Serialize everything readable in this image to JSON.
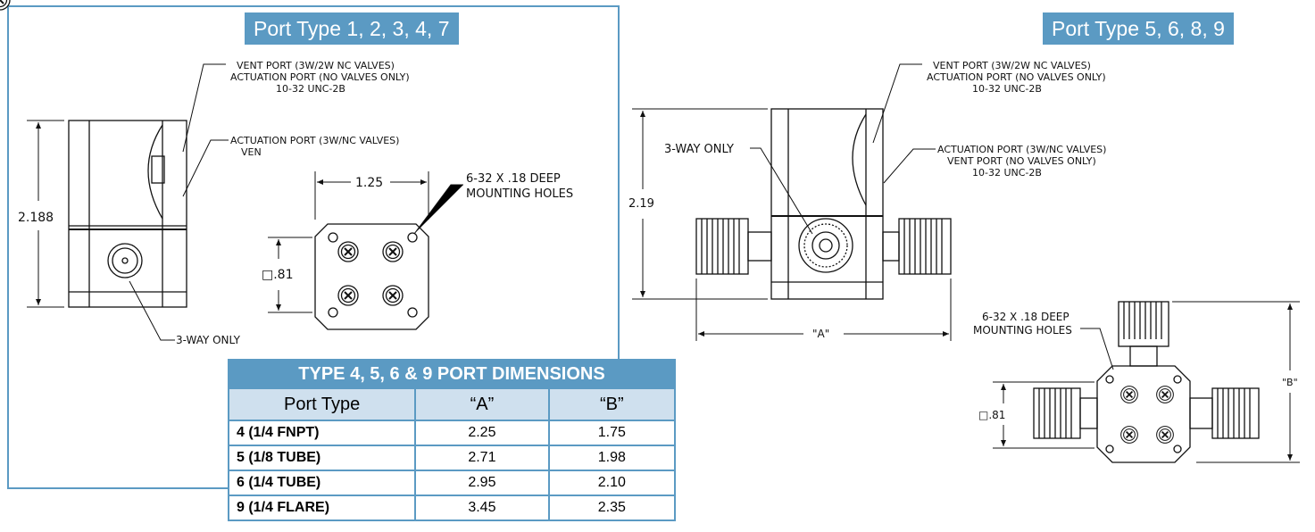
{
  "left_panel": {
    "header": "Port Type 1, 2, 3, 4, 7",
    "callouts": {
      "vent_port_lines": [
        "VENT PORT (3W/2W NC VALVES)",
        "ACTUATION PORT (NO VALVES ONLY)",
        "10-32 UNC-2B"
      ],
      "actuation_port_lines": [
        "ACTUATION PORT (3W/NC VALVES)",
        "VEN"
      ],
      "mounting_holes_lines": [
        "6-32 X .18 DEEP",
        "MOUNTING HOLES"
      ],
      "three_way": "3-WAY ONLY"
    },
    "dims": {
      "height": "2.188",
      "width": "1.25",
      "square": "□.81"
    }
  },
  "right_panel": {
    "header": "Port Type 5, 6, 8, 9",
    "callouts": {
      "vent_port_lines": [
        "VENT PORT (3W/2W NC VALVES)",
        "ACTUATION PORT (NO VALVES ONLY)",
        "10-32 UNC-2B"
      ],
      "actuation_port_lines": [
        "ACTUATION PORT (3W/NC VALVES)",
        "VENT PORT (NO VALVES ONLY)",
        "10-32 UNC-2B"
      ],
      "three_way": "3-WAY ONLY",
      "mounting_holes_lines": [
        "6-32 X .18 DEEP",
        "MOUNTING HOLES"
      ]
    },
    "dims": {
      "height": "2.19",
      "a": "\"A\"",
      "b": "\"B\"",
      "square": "□.81"
    }
  },
  "table": {
    "title": "TYPE 4, 5, 6 & 9 PORT DIMENSIONS",
    "columns": [
      "Port Type",
      "“A”",
      "“B”"
    ],
    "rows": [
      [
        "4 (1/4 FNPT)",
        "2.25",
        "1.75"
      ],
      [
        "5 (1/8 TUBE)",
        "2.71",
        "1.98"
      ],
      [
        "6 (1/4 TUBE)",
        "2.95",
        "2.10"
      ],
      [
        "9 (1/4 FLARE)",
        "3.45",
        "2.35"
      ]
    ]
  },
  "colors": {
    "accent": "#5b9ac3",
    "table_header_bg": "#cfe0ee"
  }
}
